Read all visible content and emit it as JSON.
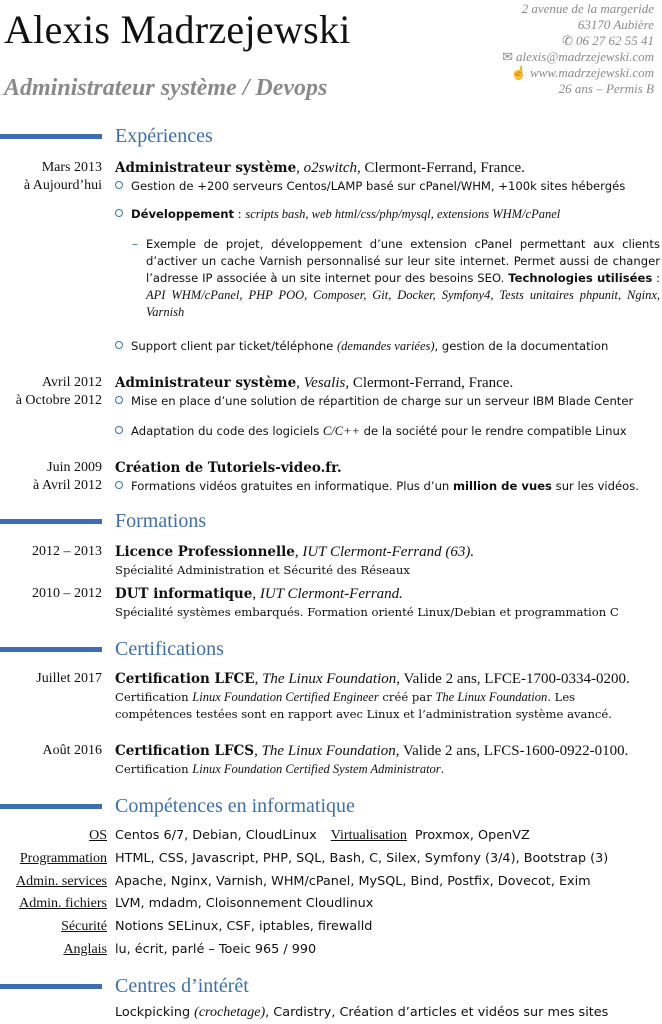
{
  "header": {
    "name": "Alexis Madrzejewski",
    "title": "Administrateur système / Devops",
    "contact": {
      "address1": "2 avenue de la margeride",
      "address2": "63170 Aubière",
      "phone": "06 27 62 55 41",
      "email": "alexis@madrzejewski.com",
      "website": "www.madrzejewski.com",
      "age_permis": "26 ans – Permis B"
    }
  },
  "sections": {
    "experiences": "Expériences",
    "formations": "Formations",
    "certifications": "Certifications",
    "competences": "Compétences en informatique",
    "interets": "Centres d’intérêt"
  },
  "experiences": [
    {
      "date1": "Mars 2013",
      "date2": "à Aujourd’hui",
      "role": "Administrateur système",
      "company": "o2switch",
      "place": ", Clermont-Ferrand, France.",
      "bullet1": "Gestion de +200 serveurs Centos/LAMP basé sur cPanel/WHM, +100k sites hébergés",
      "bullet2_label": "Développement",
      "bullet2_sep": " : ",
      "bullet2_text": "scripts bash, web html/css/php/mysql, extensions WHM/cPanel",
      "sub_text": "Exemple de projet, développement d’une extension cPanel permettant aux clients d’activer un cache Varnish personnalisé sur leur site internet. Permet aussi de changer l’adresse IP associée à un site internet pour des besoins SEO.",
      "sub_tech_label": "Technologies utilisées",
      "sub_tech": "API WHM/cPanel, PHP POO, Composer, Git, Docker, Symfony4, Tests unitaires phpunit, Nginx, Varnish",
      "bullet3_a": "Support client par ticket/téléphone ",
      "bullet3_em": "(demandes variées)",
      "bullet3_b": ", gestion de la documentation"
    },
    {
      "date1": "Avril 2012",
      "date2": "à Octobre 2012",
      "role": "Administrateur système",
      "company": "Vesalis",
      "place": ", Clermont-Ferrand, France.",
      "bullet1": "Mise en place d’une solution de répartition de charge sur un serveur IBM Blade Center",
      "bullet2_a": "Adaptation du code des logiciels ",
      "bullet2_em": "C/C++",
      "bullet2_b": " de la société pour le rendre compatible Linux"
    },
    {
      "date1": "Juin 2009",
      "date2": "à Avril 2012",
      "role": "Création de Tutoriels-video.fr.",
      "bullet1_a": "Formations vidéos gratuites en informatique.  Plus d’un ",
      "bullet1_b": "million de vues",
      "bullet1_c": " sur les vidéos."
    }
  ],
  "formations": [
    {
      "date": "2012 – 2013",
      "degree": "Licence Professionnelle",
      "school": "IUT Clermont-Ferrand (63).",
      "desc": "Spécialité Administration et Sécurité des Réseaux"
    },
    {
      "date": "2010 – 2012",
      "degree": "DUT informatique",
      "school": "IUT Clermont-Ferrand.",
      "desc": "Spécialité systèmes embarqués. Formation orienté Linux/Debian et programmation C"
    }
  ],
  "certifications": [
    {
      "date": "Juillet 2017",
      "name": "Certification LFCE",
      "org": "The Linux Foundation",
      "validity": ", Valide 2 ans, LFCE-1700-0334-0200.",
      "line2_a": "Certification ",
      "line2_em1": "Linux Foundation Certified Engineer",
      "line2_b": " créé par ",
      "line2_em2": "The Linux Foundation",
      "line2_c": ". Les",
      "line3": "compétences testées sont en rapport avec Linux et l’administration système avancé."
    },
    {
      "date": "Août 2016",
      "name": "Certification LFCS",
      "org": "The Linux Foundation",
      "validity": ", Valide 2 ans, LFCS-1600-0922-0100.",
      "line2_a": "Certification ",
      "line2_em1": "Linux Foundation Certified System Administrator",
      "line2_c": "."
    }
  ],
  "skills": [
    {
      "label": "OS",
      "value": "Centos 6/7, Debian, CloudLinux",
      "label2": "Virtualisation",
      "value2": "Proxmox, OpenVZ"
    },
    {
      "label": "Programmation",
      "value": "HTML, CSS, Javascript, PHP, SQL, Bash, C, Silex, Symfony (3/4), Bootstrap (3)"
    },
    {
      "label": "Admin. services",
      "value": "Apache, Nginx, Varnish, WHM/cPanel, MySQL, Bind, Postfix, Dovecot, Exim"
    },
    {
      "label": "Admin. fichiers",
      "value": "LVM, mdadm, Cloisonnement Cloudlinux"
    },
    {
      "label": "Sécurité",
      "value": "Notions SELinux, CSF, iptables, firewalld"
    },
    {
      "label": "Anglais",
      "value": "lu, écrit, parlé – Toeic 965 / 990"
    }
  ],
  "interets": {
    "a": "Lockpicking ",
    "em": "(crochetage)",
    "b": ", Cardistry, Création d’articles et vidéos sur mes sites"
  },
  "colors": {
    "accent": "#3d6fb0",
    "muted": "#8a8a8a"
  }
}
